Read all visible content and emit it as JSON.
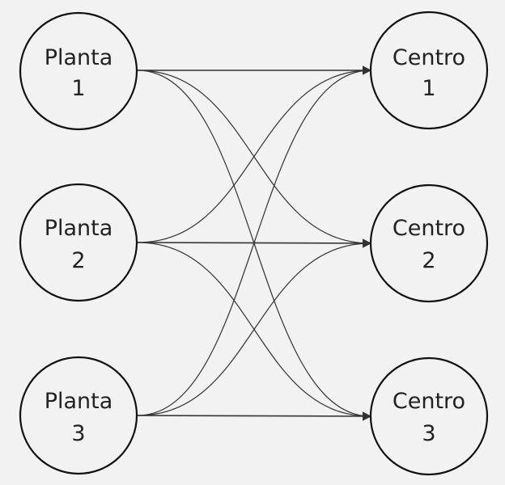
{
  "nodes": {
    "plantas": [
      {
        "id": "p1",
        "line1": "Planta",
        "line2": "1"
      },
      {
        "id": "p2",
        "line1": "Planta",
        "line2": "2"
      },
      {
        "id": "p3",
        "line1": "Planta",
        "line2": "3"
      }
    ],
    "centros": [
      {
        "id": "c1",
        "line1": "Centro",
        "line2": "1"
      },
      {
        "id": "c2",
        "line1": "Centro",
        "line2": "2"
      },
      {
        "id": "c3",
        "line1": "Centro",
        "line2": "3"
      }
    ]
  },
  "edges": [
    {
      "from": "p1",
      "to": "c1"
    },
    {
      "from": "p1",
      "to": "c2"
    },
    {
      "from": "p1",
      "to": "c3"
    },
    {
      "from": "p2",
      "to": "c1"
    },
    {
      "from": "p2",
      "to": "c2"
    },
    {
      "from": "p2",
      "to": "c3"
    },
    {
      "from": "p3",
      "to": "c1"
    },
    {
      "from": "p3",
      "to": "c2"
    },
    {
      "from": "p3",
      "to": "c3"
    }
  ],
  "colors": {
    "background": "#f2f2f2",
    "stroke": "#111111",
    "edge": "#333333"
  }
}
